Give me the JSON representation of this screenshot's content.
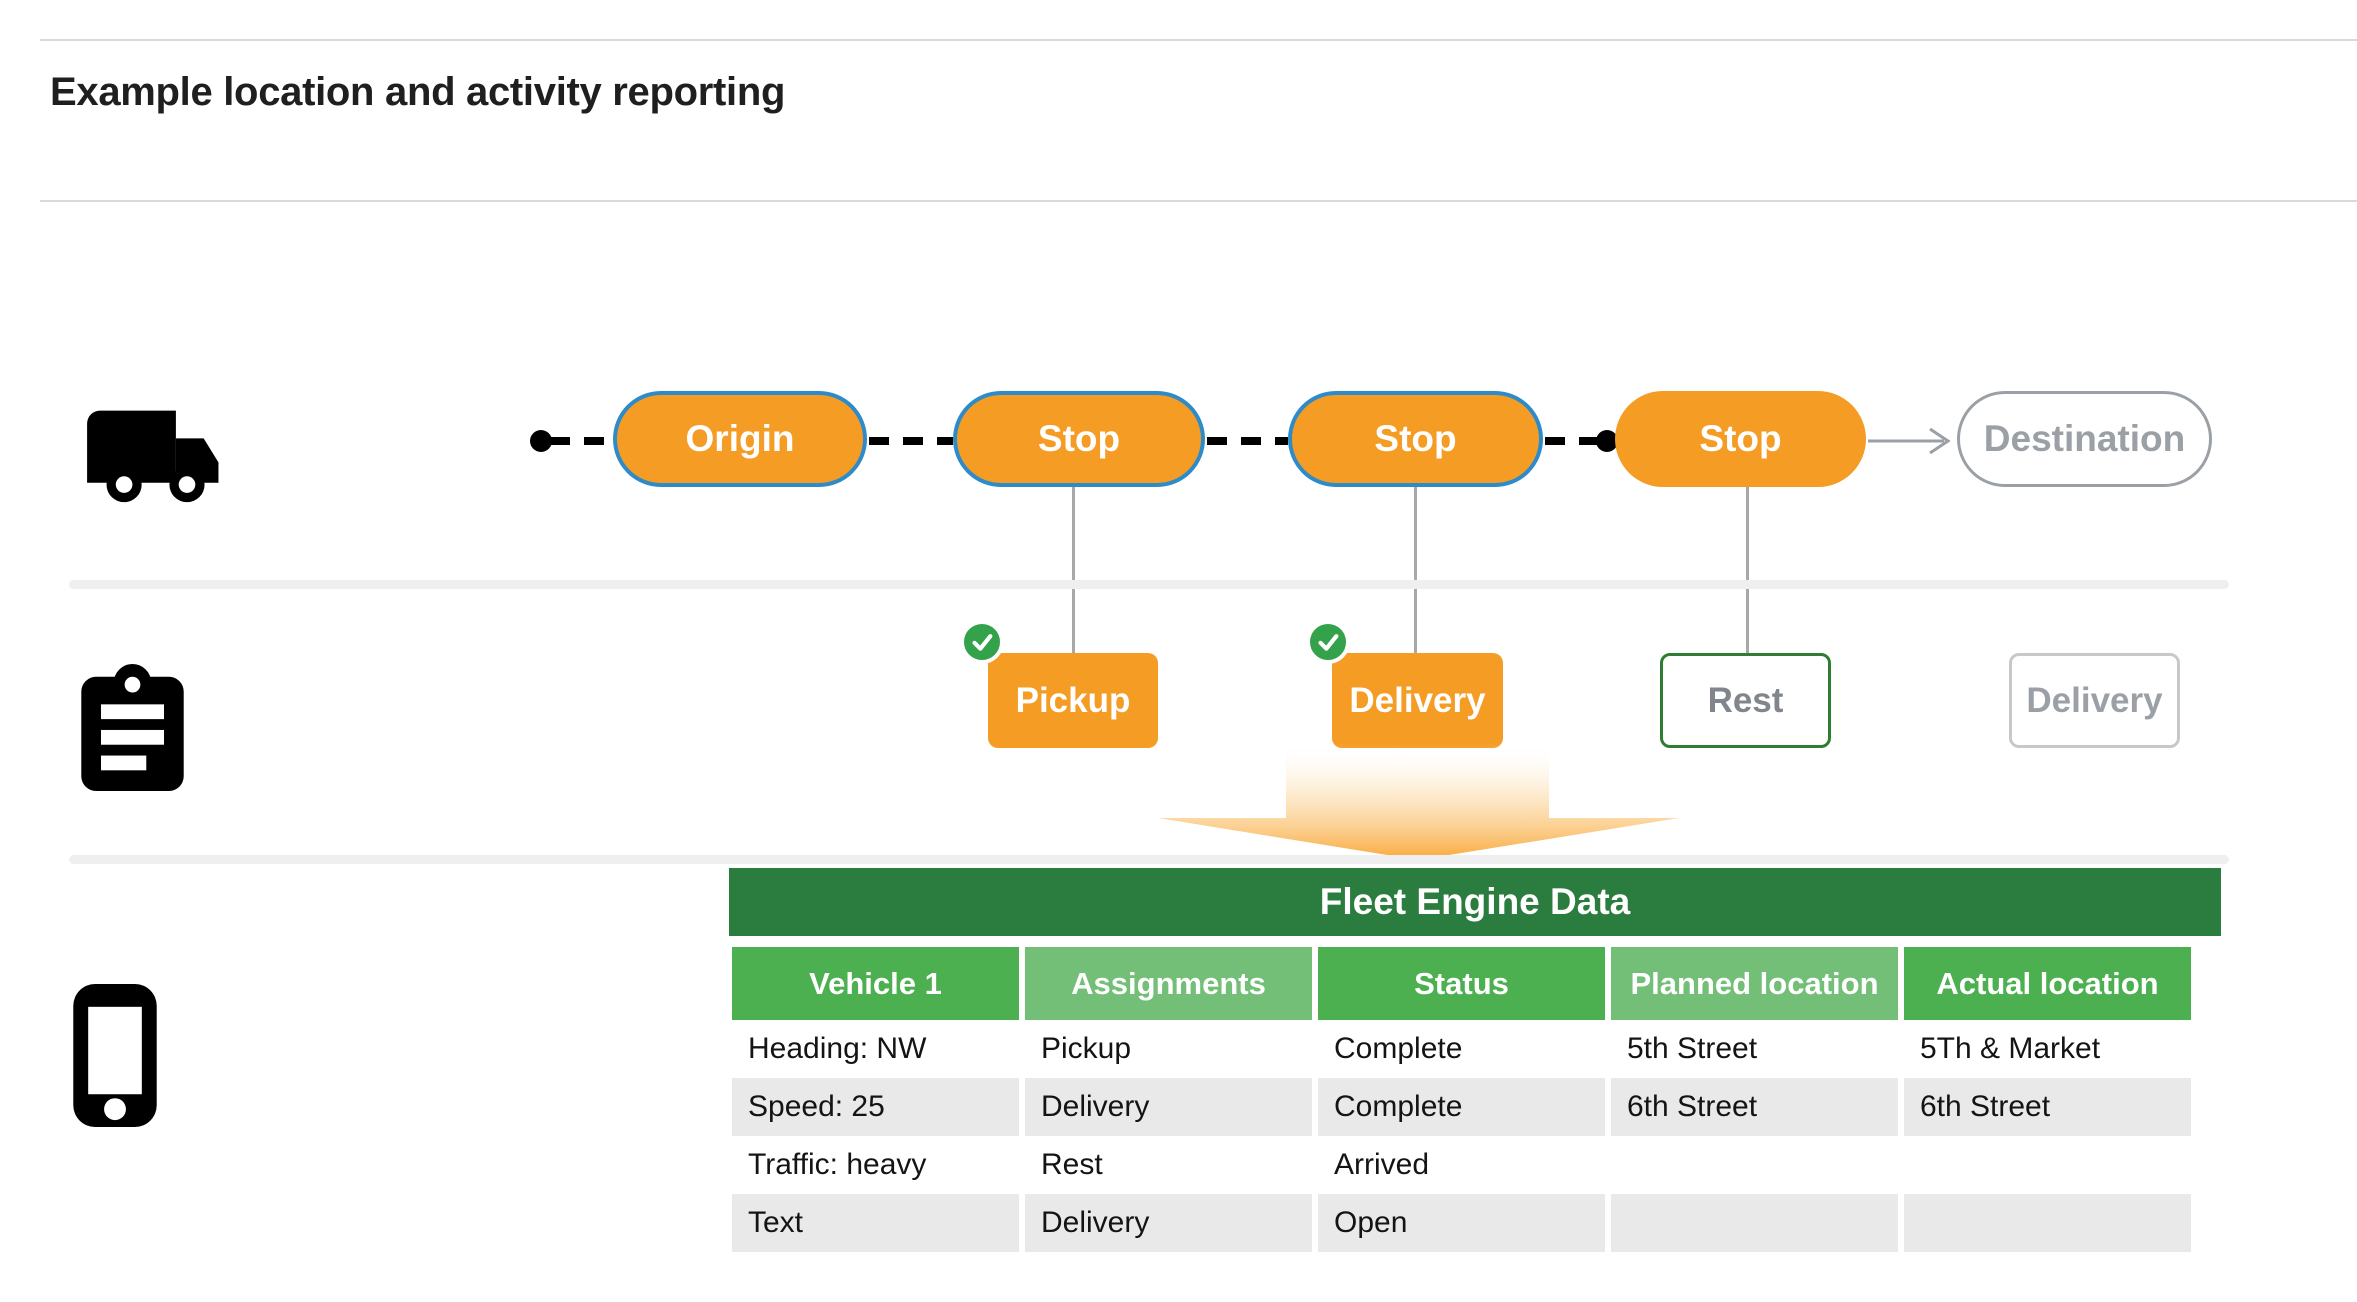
{
  "page": {
    "title": "Example location and activity reporting"
  },
  "route": {
    "stops": [
      {
        "label": "Origin",
        "style": "visited-orange-blue-border"
      },
      {
        "label": "Stop",
        "style": "visited-orange-blue-border"
      },
      {
        "label": "Stop",
        "style": "visited-orange-blue-border"
      },
      {
        "label": "Stop",
        "style": "current-orange"
      },
      {
        "label": "Destination",
        "style": "upcoming-gray-outline"
      }
    ],
    "icons": [
      "truck-icon"
    ]
  },
  "activities": {
    "items": [
      {
        "label": "Pickup",
        "state": "complete",
        "check": true
      },
      {
        "label": "Delivery",
        "state": "complete",
        "check": true
      },
      {
        "label": "Rest",
        "state": "current",
        "check": false
      },
      {
        "label": "Delivery",
        "state": "upcoming",
        "check": false
      }
    ],
    "icons": [
      "clipboard-icon"
    ]
  },
  "table": {
    "title": "Fleet Engine Data",
    "columns": [
      "Vehicle 1",
      "Assignments",
      "Status",
      "Planned location",
      "Actual location"
    ],
    "rows": [
      [
        "Heading: NW",
        "Pickup",
        "Complete",
        "5th Street",
        "5Th & Market"
      ],
      [
        "Speed: 25",
        "Delivery",
        "Complete",
        "6th Street",
        "6th Street"
      ],
      [
        "Traffic: heavy",
        "Rest",
        "Arrived",
        "",
        ""
      ],
      [
        "Text",
        "Delivery",
        "Open",
        "",
        ""
      ]
    ],
    "icons": [
      "phone-icon"
    ]
  },
  "colors": {
    "orange": "#f59c25",
    "pill_border_blue": "#2e8bc9",
    "check_green": "#33a24a",
    "rest_border_green": "#2e7d32",
    "table_title_green": "#2b7d3f",
    "header_green": "#4caf50",
    "header_light_green": "#73bf77",
    "row_alt_gray": "#e9e9e9",
    "muted_gray_text": "#9aa0a6",
    "divider_gray": "#efefef"
  }
}
